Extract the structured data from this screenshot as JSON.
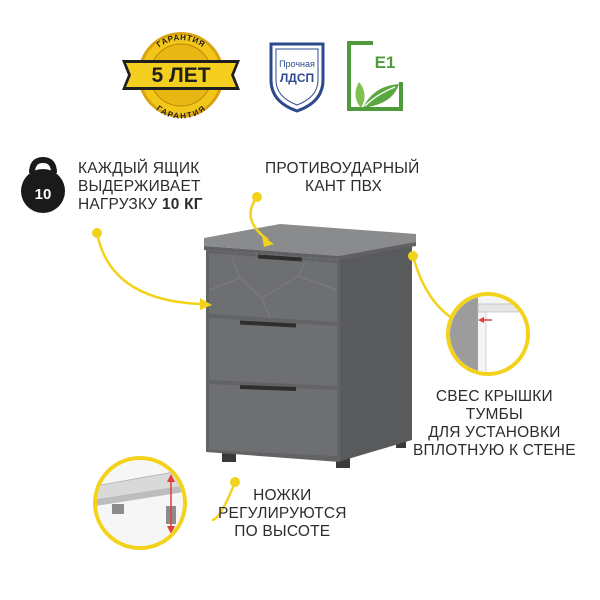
{
  "badges": {
    "warranty": {
      "ring_top": "ГАРАНТИЯ",
      "main": "5 ЛЕТ",
      "ring_bottom": "ГАРАНТИЯ"
    },
    "ldsp": {
      "line1": "Прочная",
      "line2": "ЛДСП"
    },
    "e1": {
      "label": "E1"
    }
  },
  "weight": {
    "icon_number": "10",
    "line1": "КАЖДЫЙ ЯЩИК",
    "line2": "ВЫДЕРЖИВАЕТ",
    "line3_prefix": "НАГРУЗКУ ",
    "line3_bold": "10 КГ"
  },
  "pvc_edge": {
    "line1": "ПРОТИВОУДАРНЫЙ",
    "line2": "КАНТ ПВХ"
  },
  "overhang": {
    "line1": "СВЕС КРЫШКИ",
    "line2": "ТУМБЫ",
    "line3": "ДЛЯ УСТАНОВКИ",
    "line4": "ВПЛОТНУЮ К СТЕНЕ"
  },
  "legs": {
    "line1": "НОЖКИ",
    "line2": "РЕГУЛИРУЮТСЯ",
    "line3": "ПО ВЫСОТЕ"
  },
  "colors": {
    "accent_yellow": "#f2d21b",
    "cabinet_gray": "#6e6f71",
    "badge_blue": "#2e4a8f",
    "badge_green": "#4f9a3a",
    "gold": "#e8b512"
  }
}
